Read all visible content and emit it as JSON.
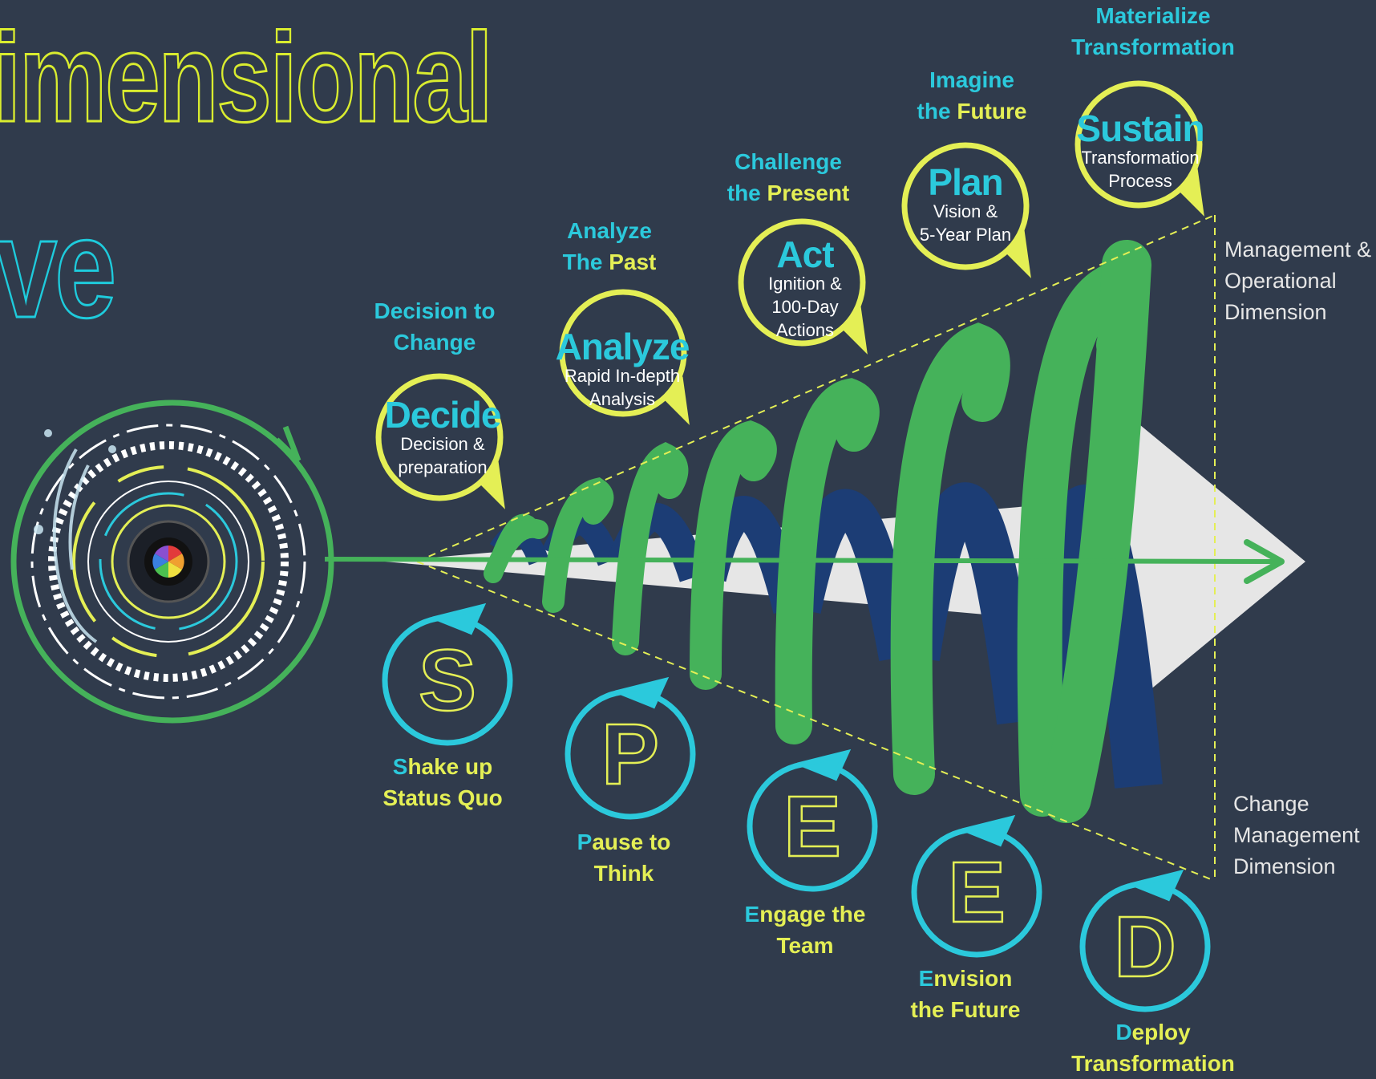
{
  "title": {
    "line1": "imensional",
    "line2": "ve"
  },
  "top_phases": [
    {
      "head_a": "Decision to",
      "head_b": "Change",
      "hl_b": "",
      "bubble_title": "Decide",
      "sub1": "Decision &",
      "sub2": "preparation",
      "sub3": ""
    },
    {
      "head_a": "Analyze",
      "head_b": "The ",
      "hl_b": "Past",
      "bubble_title": "Analyze",
      "sub1": "Rapid In-depth",
      "sub2": "Analysis",
      "sub3": ""
    },
    {
      "head_a": "Challenge",
      "head_b": "the ",
      "hl_b": "Present",
      "bubble_title": "Act",
      "sub1": "Ignition &",
      "sub2": "100-Day",
      "sub3": "Actions"
    },
    {
      "head_a": "Imagine",
      "head_b": "the ",
      "hl_b": "Future",
      "bubble_title": "Plan",
      "sub1": "Vision &",
      "sub2": "5-Year Plan",
      "sub3": ""
    },
    {
      "head_a": "Materialize",
      "head_b": "Transformation",
      "hl_b": "",
      "bubble_title": "Sustain",
      "sub1": "Transformation",
      "sub2": "Process",
      "sub3": ""
    }
  ],
  "speed_steps": [
    {
      "letter": "S",
      "first": "S",
      "rest1": "hake up",
      "line2": "Status Quo"
    },
    {
      "letter": "P",
      "first": "P",
      "rest1": "ause to",
      "line2": "Think"
    },
    {
      "letter": "E",
      "first": "E",
      "rest1": "ngage the",
      "line2": "Team"
    },
    {
      "letter": "E",
      "first": "E",
      "rest1": "nvision",
      "line2": "the Future"
    },
    {
      "letter": "D",
      "first": "D",
      "rest1": "eploy",
      "line2": "Transformation"
    }
  ],
  "dimensions": {
    "upper": [
      "Management &",
      "Operational",
      "Dimension"
    ],
    "lower": [
      "Change",
      "Management",
      "Dimension"
    ]
  },
  "colors": {
    "background": "#303b4c",
    "green": "#45b25a",
    "cyan": "#2bc9dc",
    "yellow": "#e4ef55",
    "navy": "#1c3d75",
    "arrow": "#e6e6e6"
  },
  "icons": [
    "camera-aperture-icon",
    "water-splash-icon"
  ]
}
